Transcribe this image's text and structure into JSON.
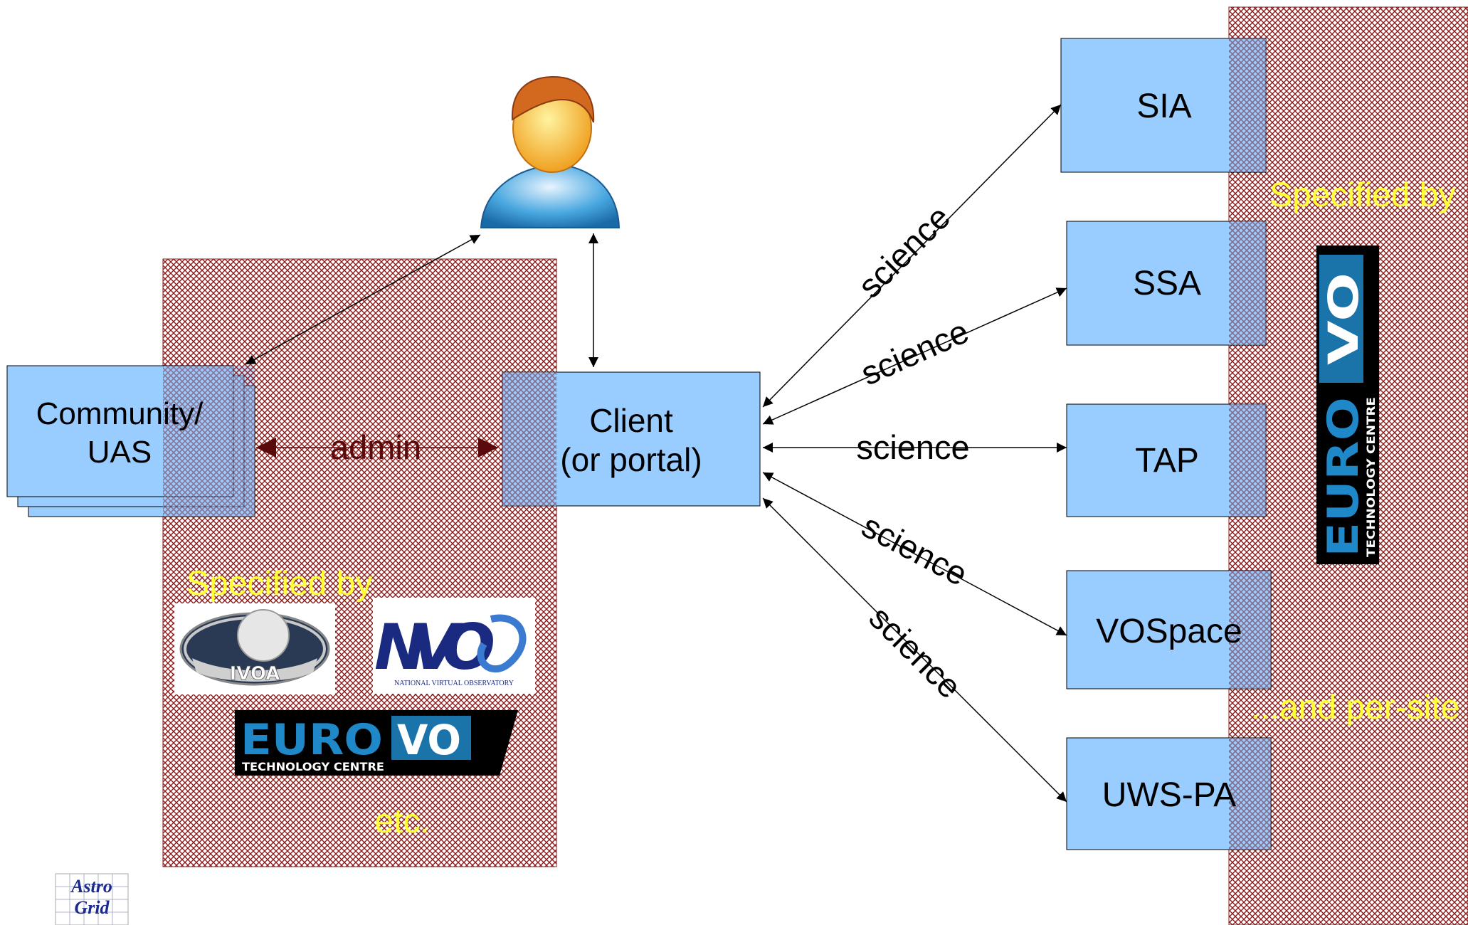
{
  "left_region": {
    "specified_by_label": "Specified by",
    "etc_label": "etc."
  },
  "right_region": {
    "specified_by_label": "Specified by",
    "per_site_label": "...and per-site"
  },
  "nodes": {
    "community": {
      "line1": "Community/",
      "line2": "UAS"
    },
    "client": {
      "line1": "Client",
      "line2": "(or portal)"
    },
    "services": [
      {
        "label": "SIA"
      },
      {
        "label": "SSA"
      },
      {
        "label": "TAP"
      },
      {
        "label": "VOSpace"
      },
      {
        "label": "UWS-PA"
      }
    ]
  },
  "edges": {
    "admin_label": "admin",
    "science_labels": [
      "science",
      "science",
      "science",
      "science",
      "science"
    ]
  },
  "logos": {
    "ivoa": {
      "text": "IVOA",
      "icon": "ivoa-logo"
    },
    "nvo": {
      "text": "NVO",
      "subtext": "NATIONAL VIRTUAL OBSERVATORY",
      "icon": "nvo-logo"
    },
    "eurovo_left": {
      "text_euro": "EURO",
      "text_vo": "VO",
      "subtext": "TECHNOLOGY CENTRE",
      "icon": "euro-vo-logo"
    },
    "eurovo_right": {
      "text_euro": "EURO",
      "text_vo": "VO",
      "subtext": "TECHNOLOGY CENTRE",
      "icon": "euro-vo-logo"
    },
    "astrogrid": {
      "line1": "Astro",
      "line2": "Grid",
      "icon": "astrogrid-logo"
    }
  },
  "colors": {
    "box_fill": "#99ccff",
    "hatch": "#8b1a1a",
    "label_yellow": "#ffff33",
    "euro_blue": "#1e88c8"
  }
}
